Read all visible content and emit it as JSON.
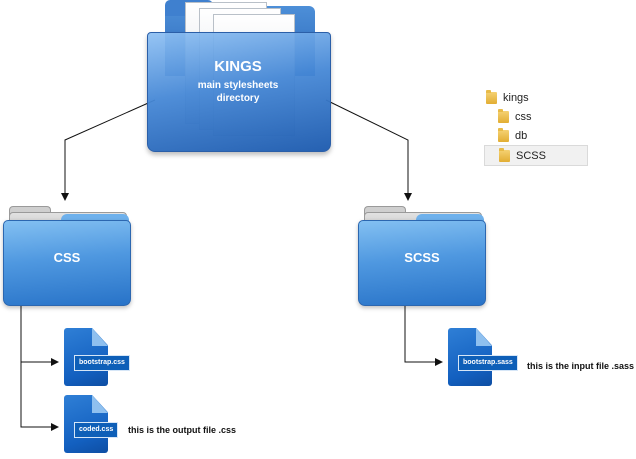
{
  "main_folder": {
    "title": "KINGS",
    "subtitle_line1": "main stylesheets",
    "subtitle_line2": "directory"
  },
  "folders": {
    "css": "CSS",
    "scss": "SCSS"
  },
  "files": {
    "bootstrap_css": "bootstrap.css",
    "coded_css": "coded.css",
    "bootstrap_sass": "bootstrap.sass"
  },
  "notes": {
    "output": "this is the output file .css",
    "input": "this is the input file .sass"
  },
  "tree": {
    "root": "kings",
    "children": [
      "css",
      "db",
      "SCSS"
    ]
  },
  "colors": {
    "folder_blue": "#4f98e0",
    "file_blue": "#1360c0",
    "tree_folder_yellow": "#e2ad33"
  }
}
